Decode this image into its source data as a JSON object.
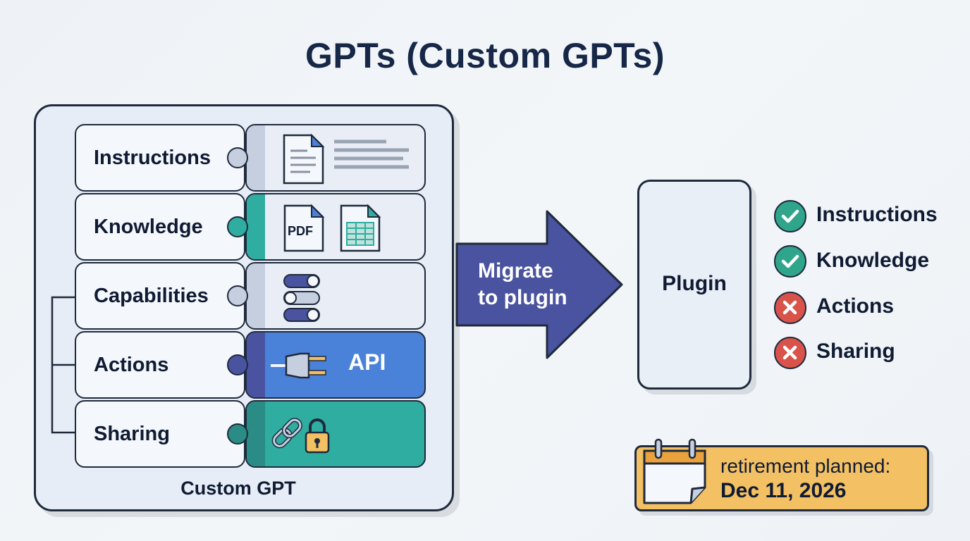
{
  "title": "GPTs (Custom GPTs)",
  "custom_gpt": {
    "caption": "Custom GPT",
    "rows": [
      {
        "label": "Instructions",
        "icon": "document-icon"
      },
      {
        "label": "Knowledge",
        "icon": "pdf-and-spreadsheet-icon",
        "pdf_text": "PDF"
      },
      {
        "label": "Capabilities",
        "icon": "toggle-switches-icon"
      },
      {
        "label": "Actions",
        "icon": "plug-icon",
        "api_text": "API"
      },
      {
        "label": "Sharing",
        "icon": "link-and-lock-icon"
      }
    ]
  },
  "arrow": {
    "line1": "Migrate",
    "line2": "to plugin"
  },
  "plugin": {
    "label": "Plugin",
    "features": [
      {
        "label": "Instructions",
        "status": "check"
      },
      {
        "label": "Knowledge",
        "status": "check"
      },
      {
        "label": "Actions",
        "status": "cross"
      },
      {
        "label": "Sharing",
        "status": "cross"
      }
    ]
  },
  "retirement": {
    "line1": "retirement planned:",
    "line2": "Dec 11, 2026"
  },
  "colors": {
    "outline": "#1f2a3c",
    "arrow": "#4a539f",
    "teal": "#2fada0",
    "api_blue": "#4a82d9",
    "check_green": "#2fa58c",
    "cross_red": "#d9534a",
    "note_orange": "#f3c063"
  }
}
